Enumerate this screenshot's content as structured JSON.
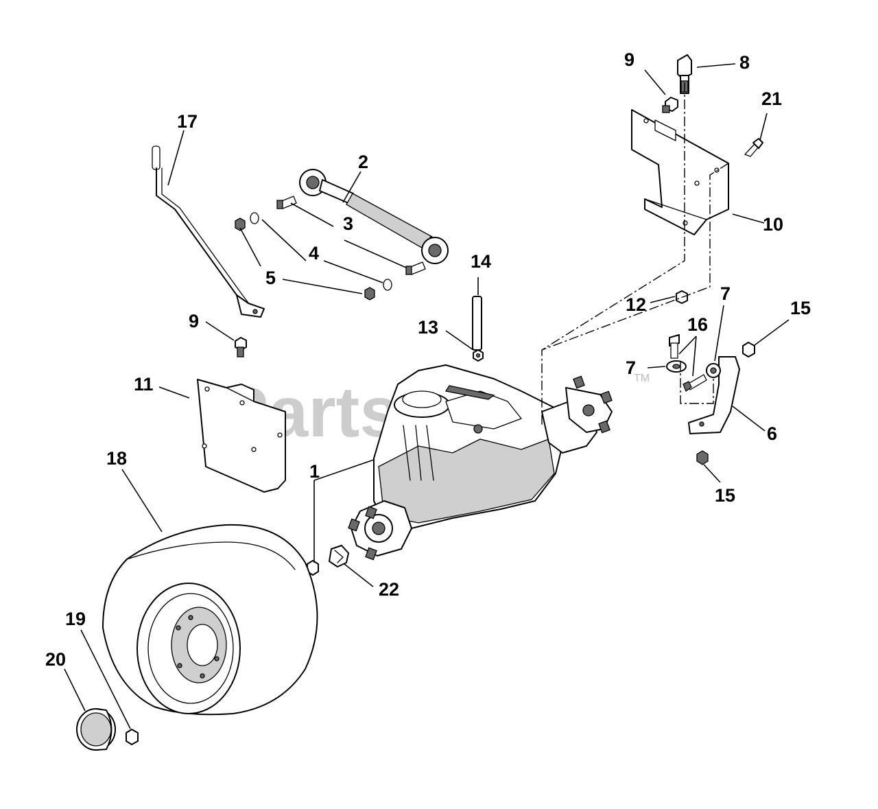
{
  "watermark": {
    "text": "PartsTree",
    "trademark": "TM"
  },
  "callouts": [
    "1",
    "2",
    "3",
    "4",
    "5",
    "6",
    "7",
    "7",
    "8",
    "9",
    "9",
    "10",
    "11",
    "12",
    "13",
    "14",
    "15",
    "15",
    "16",
    "17",
    "18",
    "19",
    "20",
    "21",
    "22"
  ]
}
